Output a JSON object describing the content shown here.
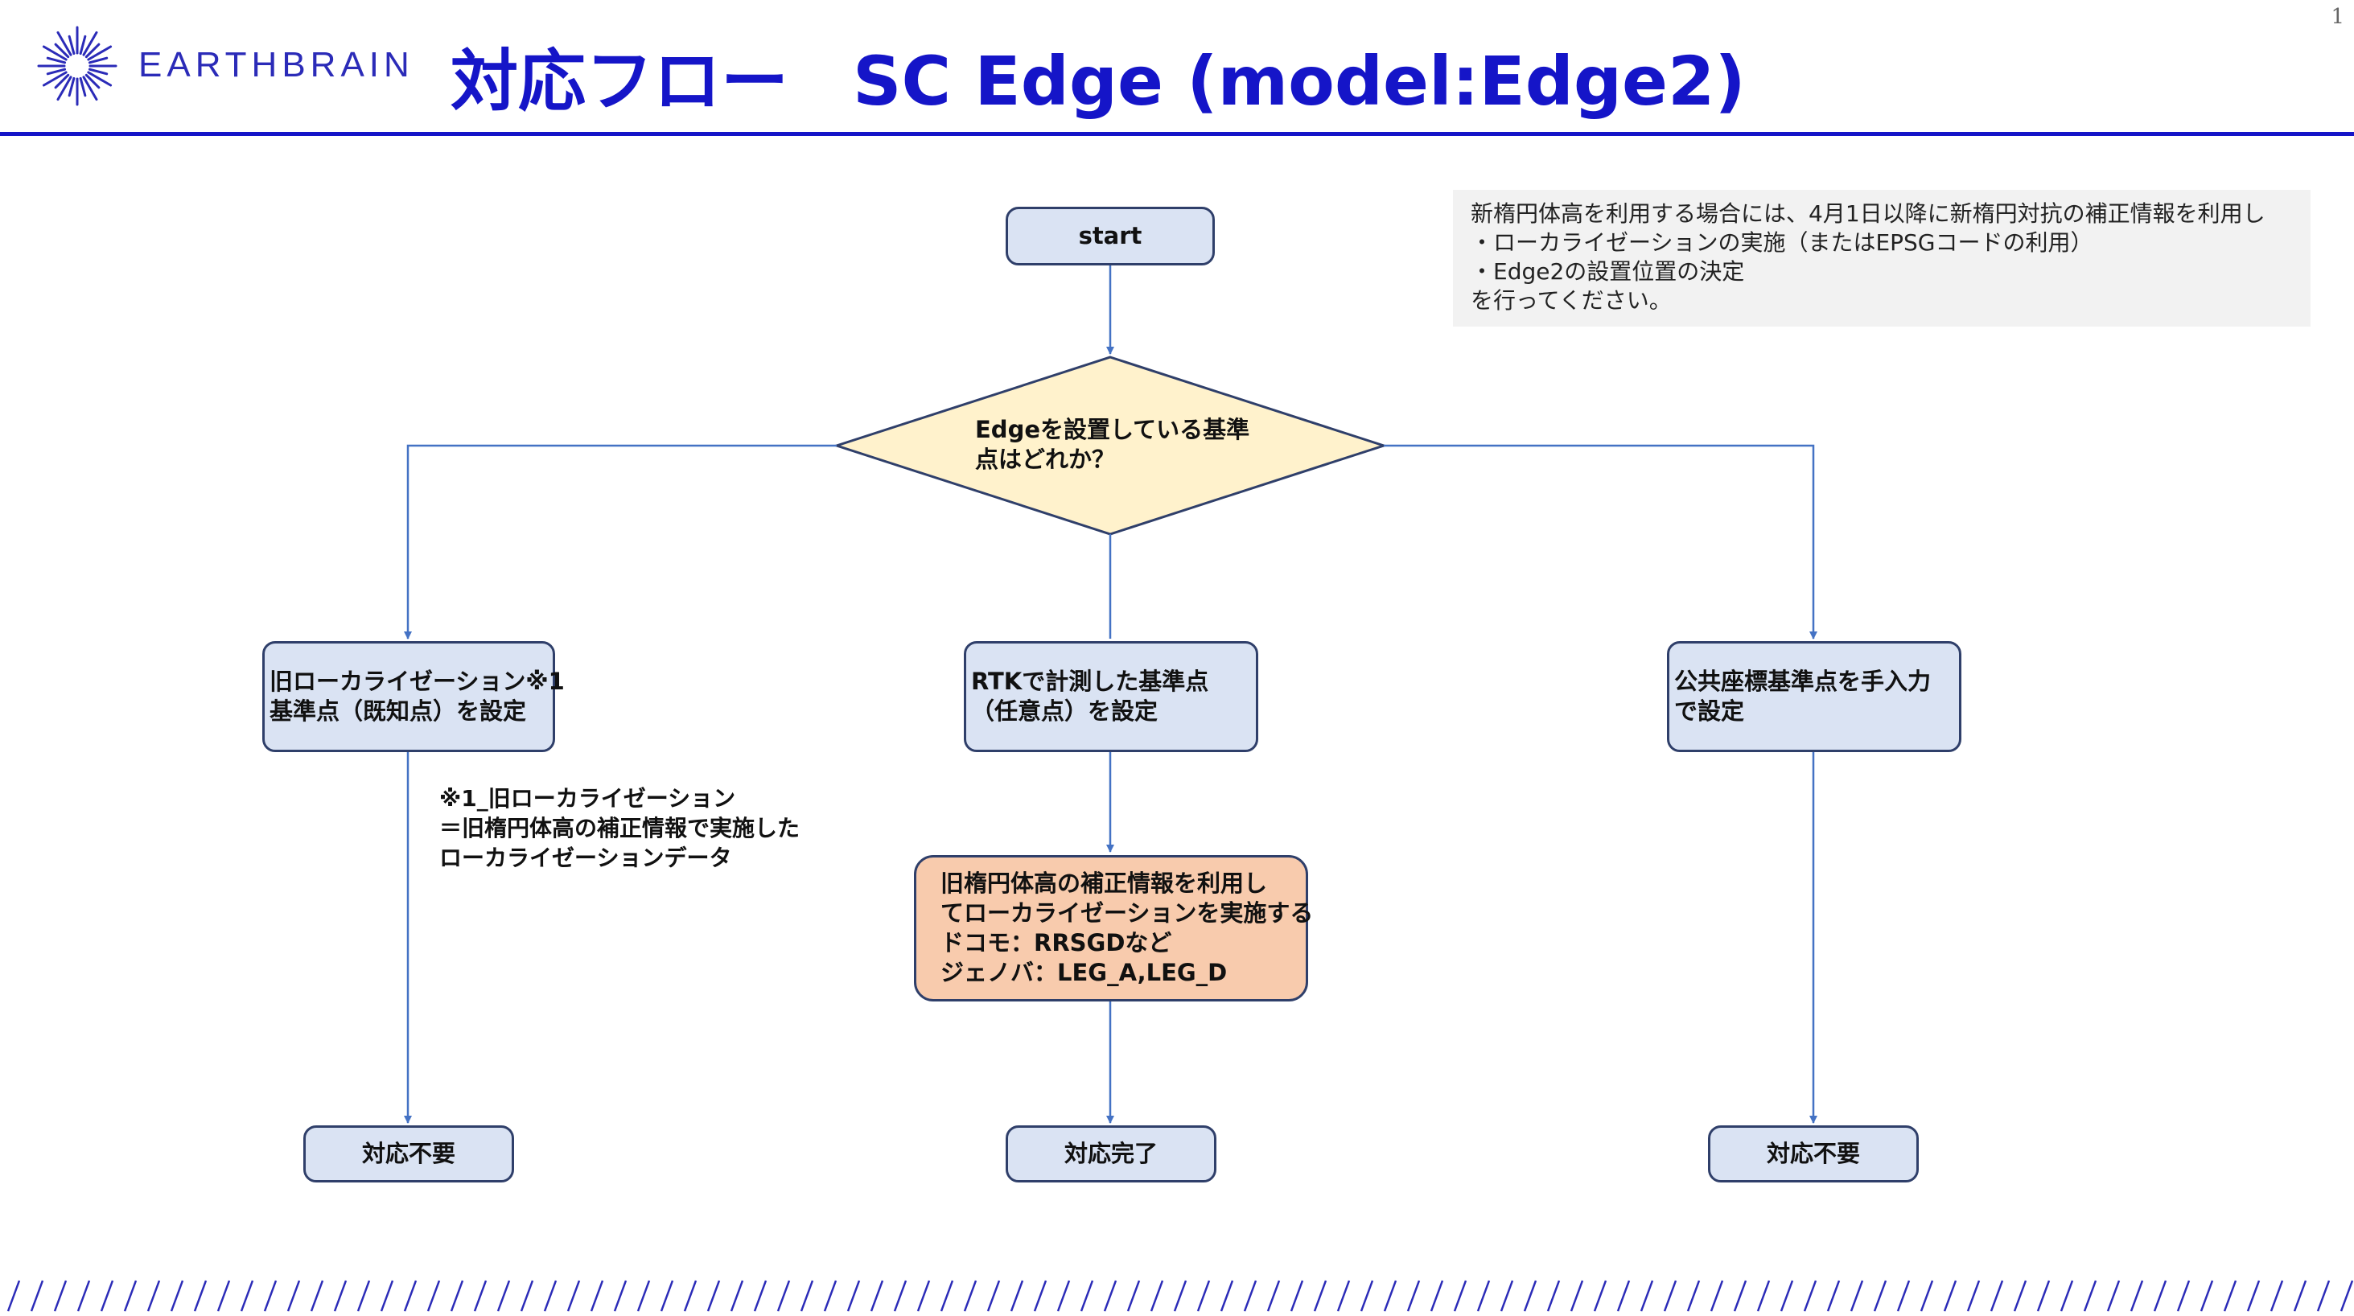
{
  "header": {
    "logo_text": "EARTHBRAIN",
    "title_left": "対応フロー",
    "title_right": "SC Edge (model:Edge2)",
    "page_number": "1"
  },
  "note": {
    "lines": [
      "新楕円体高を利用する場合には、4月1日以降に新楕円対抗の補正情報を利用し",
      "・ローカライゼーションの実施（またはEPSGコードの利用）",
      "・Edge2の設置位置の決定",
      "を行ってください。"
    ]
  },
  "flow": {
    "start": "start",
    "decision": [
      "Edgeを設置している基準",
      "点はどれか？"
    ],
    "branch_left": [
      "旧ローカライゼーション※1",
      "基準点（既知点）を設定"
    ],
    "branch_center": [
      "RTKで計測した基準点",
      "（任意点）を設定"
    ],
    "branch_right": [
      "公共座標基準点を手入力",
      "で設定"
    ],
    "center_action": [
      "旧楕円体高の補正情報を利用し",
      "てローカライゼーションを実施する",
      "ドコモ：RRSGDなど",
      "ジェノバ：LEG_A,LEG_D"
    ],
    "end_left": "対応不要",
    "end_center": "対応完了",
    "end_right": "対応不要",
    "footnote": [
      "※1_旧ローカライゼーション",
      "＝旧楕円体高の補正情報で実施した",
      "ローカライゼーションデータ"
    ]
  },
  "colors": {
    "brand_blue": "#1515c8",
    "node_fill": "#dae3f3",
    "decision_fill": "#fff2cc",
    "action_fill": "#f8cbad",
    "arrow": "#4472c4"
  }
}
